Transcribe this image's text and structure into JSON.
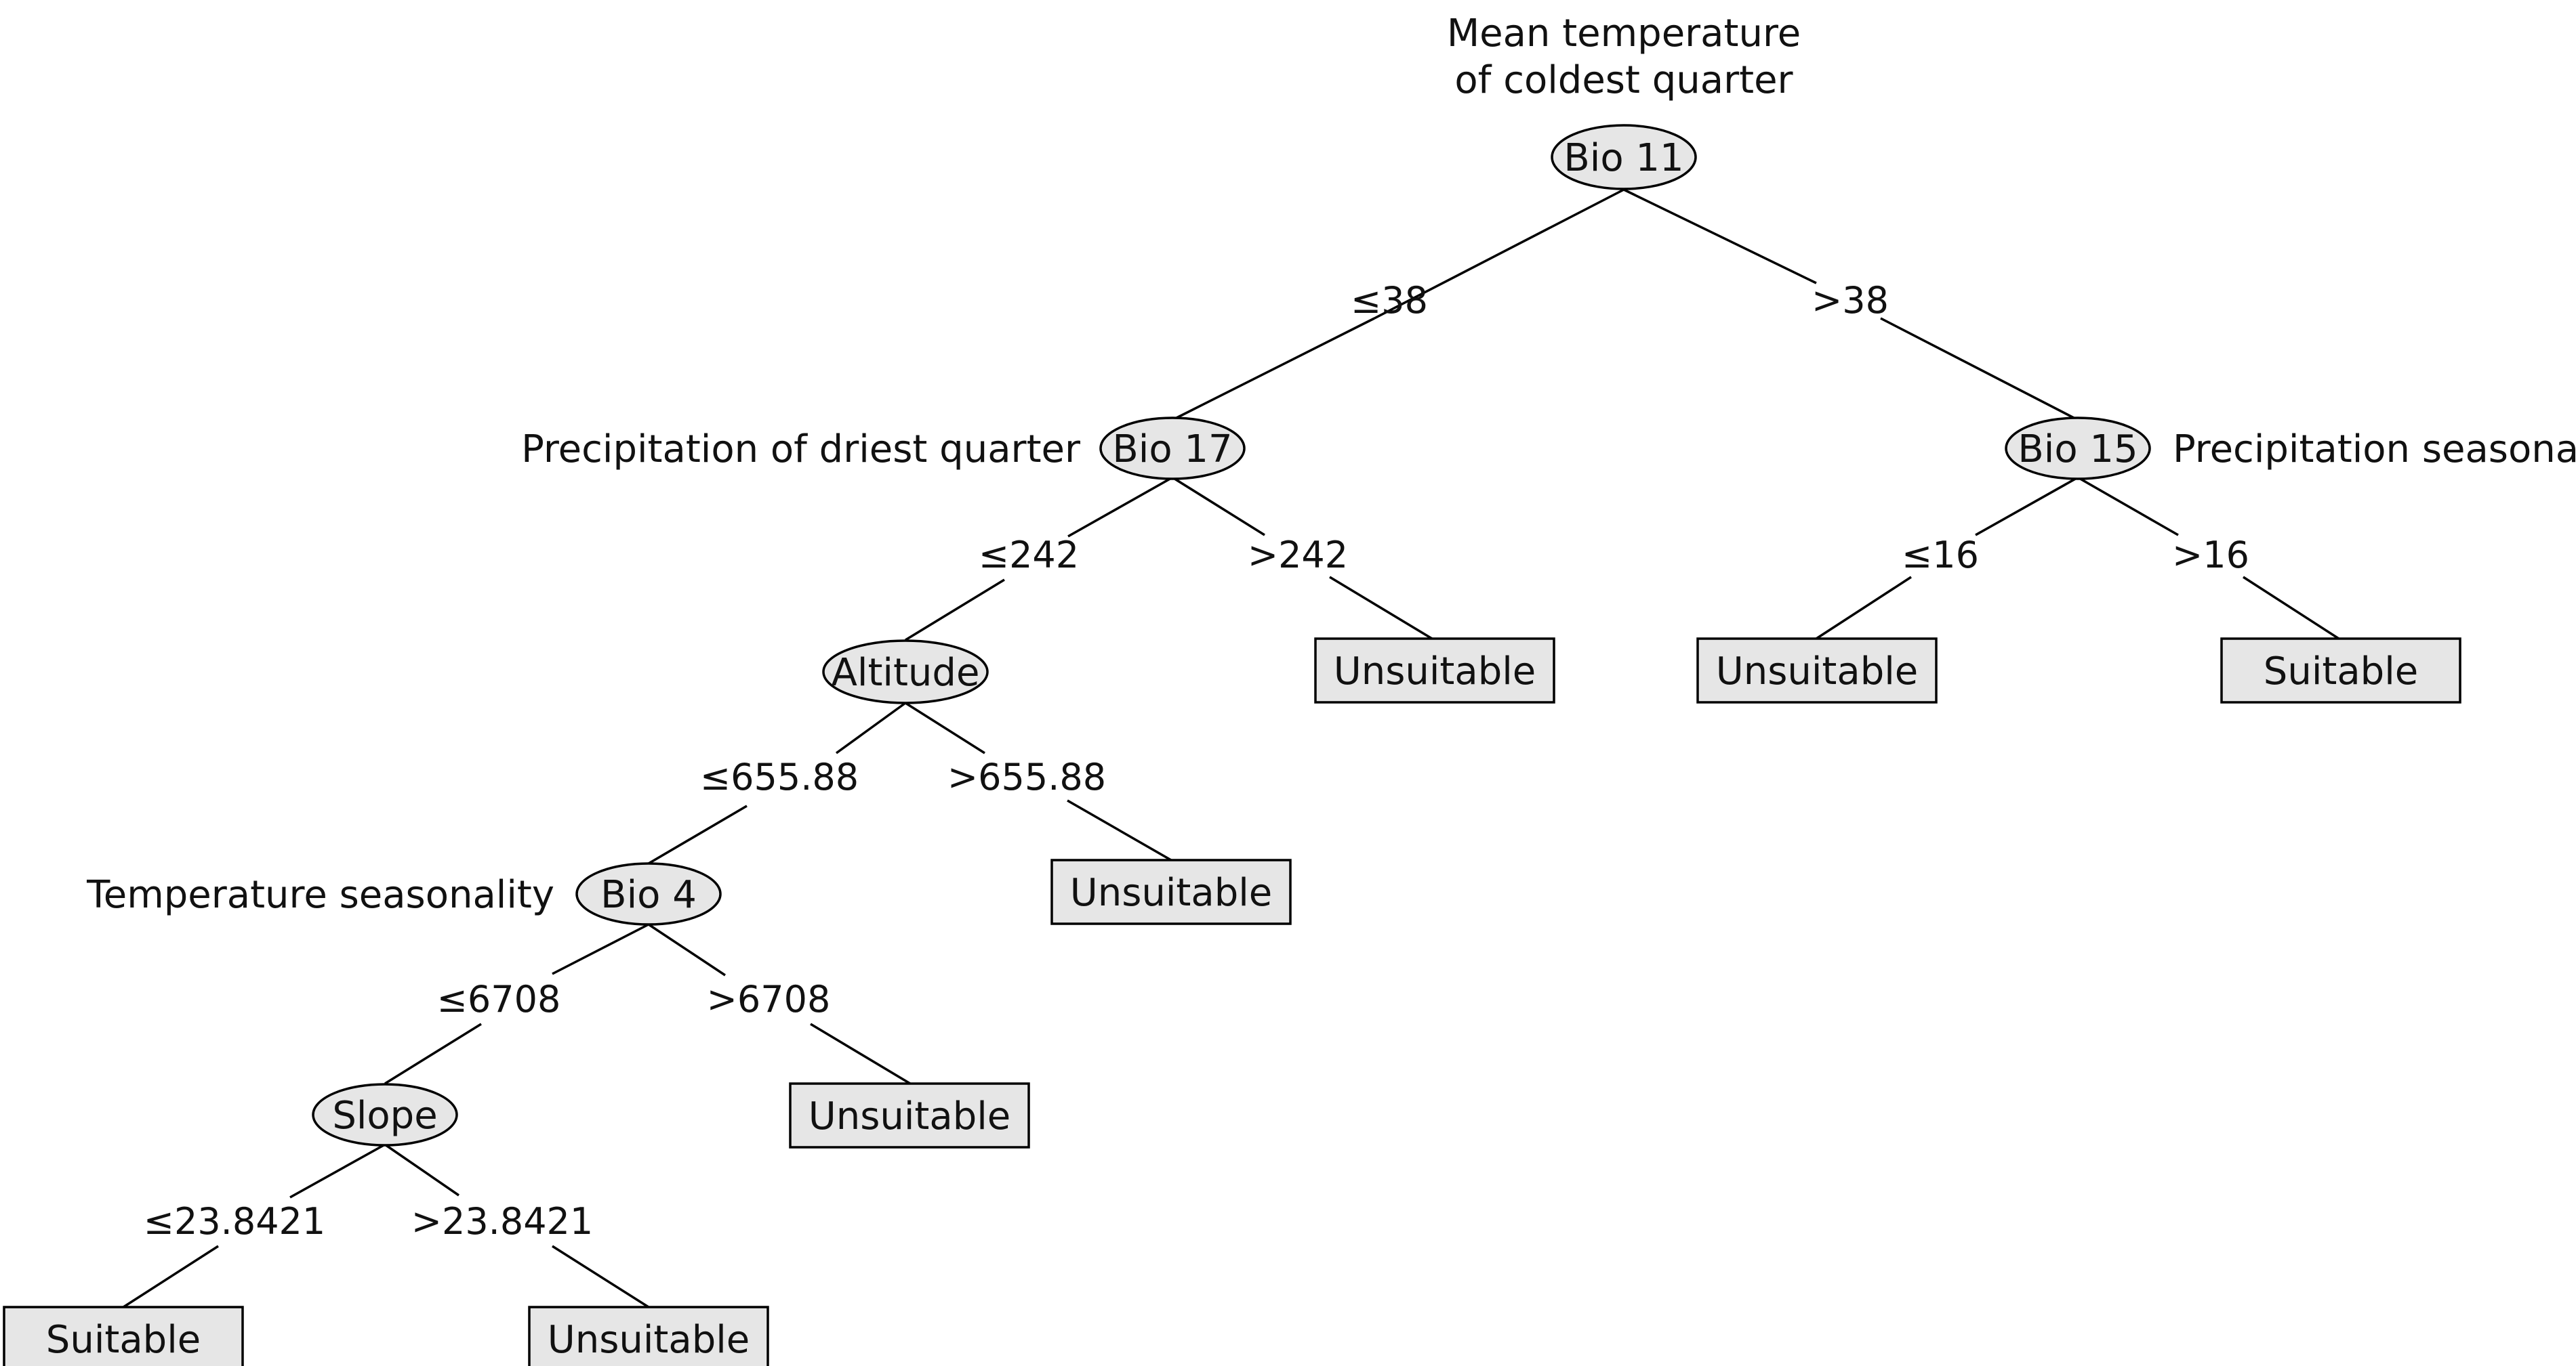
{
  "tree": {
    "nodes": {
      "bio11": {
        "label": "Bio 11",
        "description": [
          "Mean temperature",
          "of coldest quarter"
        ]
      },
      "bio17": {
        "label": "Bio 17",
        "description": [
          "Precipitation of driest quarter"
        ]
      },
      "bio15": {
        "label": "Bio 15",
        "description": [
          "Precipitation seasonality"
        ]
      },
      "altitude": {
        "label": "Altitude",
        "description": []
      },
      "bio4": {
        "label": "Bio 4",
        "description": [
          "Temperature seasonality"
        ]
      },
      "slope": {
        "label": "Slope",
        "description": []
      }
    },
    "leaves": {
      "leaf_bio17_gt": "Unsuitable",
      "leaf_bio15_le": "Unsuitable",
      "leaf_bio15_gt": "Suitable",
      "leaf_alt_gt": "Unsuitable",
      "leaf_bio4_gt": "Unsuitable",
      "leaf_slope_le": "Suitable",
      "leaf_slope_gt": "Unsuitable"
    },
    "conditions": {
      "bio11_le": "≤38",
      "bio11_gt": ">38",
      "bio17_le": "≤242",
      "bio17_gt": ">242",
      "bio15_le": "≤16",
      "bio15_gt": ">16",
      "alt_le": "≤655.88",
      "alt_gt": ">655.88",
      "bio4_le": "≤6708",
      "bio4_gt": ">6708",
      "slope_le": "≤23.8421",
      "slope_gt": ">23.8421"
    }
  },
  "colors": {
    "node_fill": "#e6e6e6",
    "stroke": "#000000",
    "text": "#111111"
  }
}
